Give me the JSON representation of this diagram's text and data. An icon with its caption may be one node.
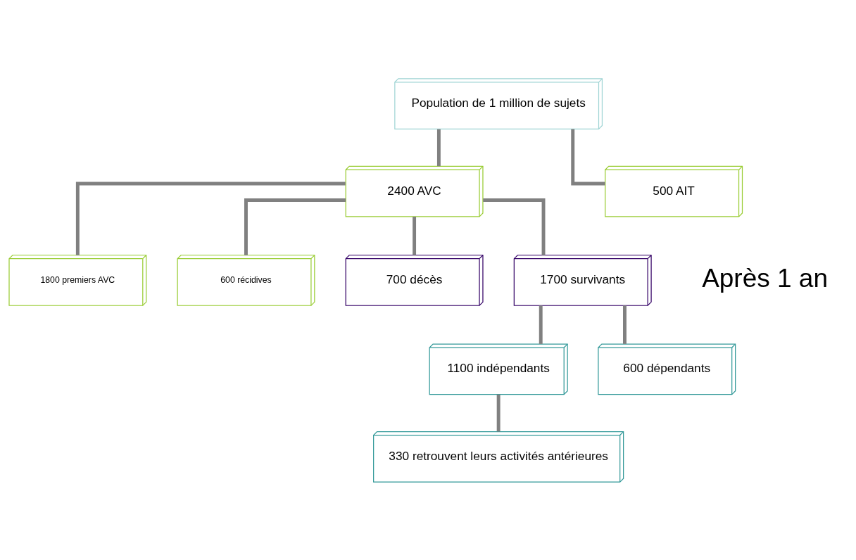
{
  "diagram": {
    "nodes": [
      {
        "text": [
          "Population de 1 million de sujets"
        ]
      },
      {
        "text": [
          "2400 AVC"
        ]
      },
      {
        "text": [
          "1800 premiers AVC"
        ]
      },
      {
        "text": [
          "600 récidives"
        ]
      },
      {
        "text": [
          "500 AIT"
        ]
      },
      {
        "text": [
          "700 décès"
        ]
      },
      {
        "text": [
          "1700 survivants"
        ]
      },
      {
        "text": [
          "1100 indépendants"
        ]
      },
      {
        "text": [
          "330 retrouvent leurs activités antérieures"
        ]
      },
      {
        "text": [
          "600 dépendants"
        ]
      }
    ],
    "edges": [
      {
        "from": 0,
        "to": 1,
        "arrow": "none"
      },
      {
        "from": 0,
        "to": 4,
        "arrow": "none"
      },
      {
        "from": 1,
        "to": 2,
        "arrow": "none"
      },
      {
        "from": 1,
        "to": 3,
        "arrow": "none"
      },
      {
        "from": 1,
        "to": 5,
        "arrow": "none"
      },
      {
        "from": 1,
        "to": 6,
        "arrow": "none"
      },
      {
        "from": 6,
        "to": 7,
        "arrow": "none"
      },
      {
        "from": 7,
        "to": 8,
        "arrow": "none"
      },
      {
        "from": 6,
        "to": 9,
        "arrow": "none"
      }
    ],
    "labels": [
      "Après 1 an"
    ]
  }
}
